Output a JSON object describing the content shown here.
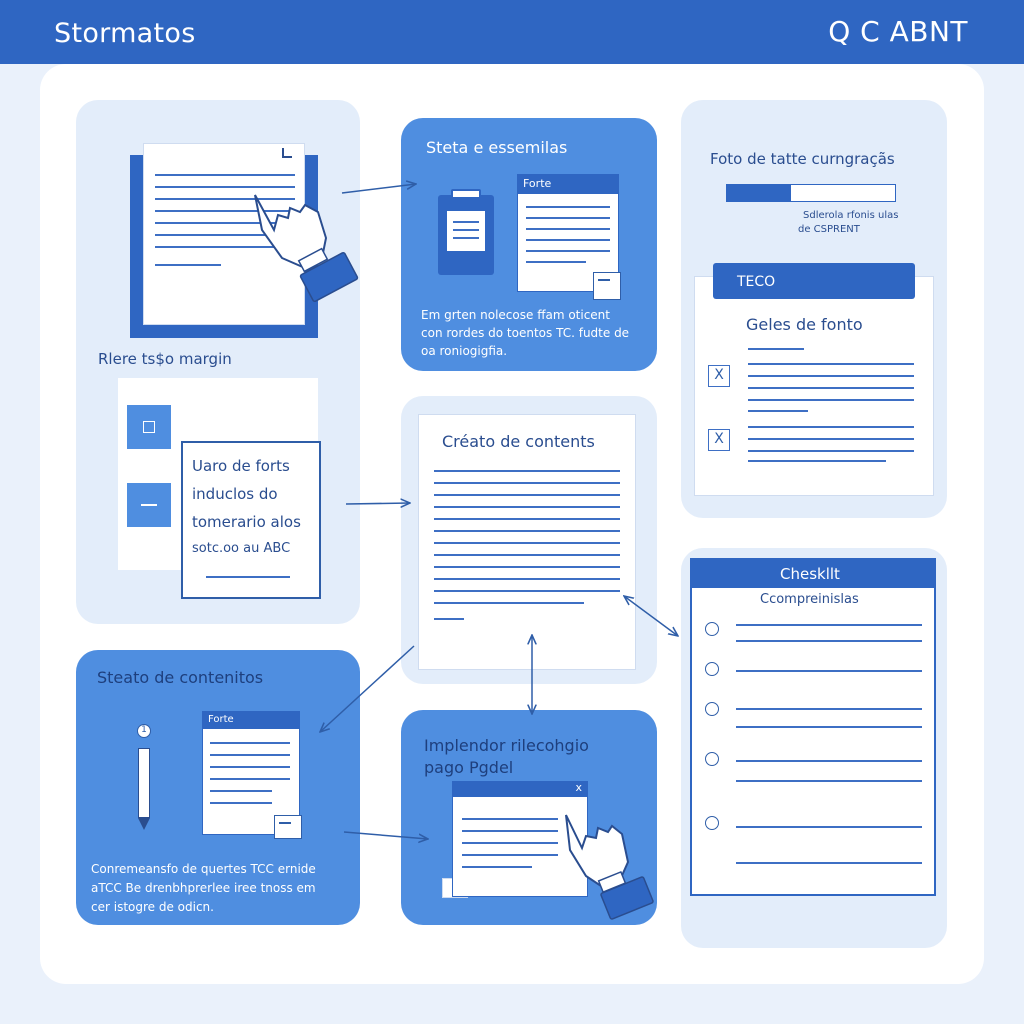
{
  "header": {
    "brand": "Stormatos",
    "right_title": "Q C ABNT"
  },
  "panel_margin": {
    "label": "Rlere ts$o margin",
    "note_lines": [
      "Uaro de forts",
      "induclos do",
      "tomerario alos",
      "sotc.oo au ABC"
    ]
  },
  "panel_essentials": {
    "title": "Steta e essemilas",
    "doc_tag": "Forte",
    "body": [
      "Em grten nolecose ffam oticent",
      "con rordes do toentos TC. fudte de",
      "oa roniogigfia."
    ]
  },
  "panel_font": {
    "title": "Foto de tatte curngraçãs",
    "progress": 0.38,
    "caption": [
      "Sdlerola rfonis ulas",
      "de CSPRENT"
    ],
    "tab_label": "TECO",
    "subtitle": "Geles de fonto",
    "checks": [
      "X",
      "X"
    ]
  },
  "panel_create": {
    "title": "Créato de contents"
  },
  "panel_contents": {
    "title": "Steato de contenitos",
    "pen_marker": "1",
    "doc_tag": "Forte",
    "body": [
      "Conremeansfo de quertes TCC ernide",
      "aTCC Be drenbhprerlee iree tnoss em",
      "cer istogre de odicn."
    ]
  },
  "panel_implement": {
    "title": [
      "Implendor rilecohgio",
      "pago Pgdel"
    ],
    "close_glyph": "x"
  },
  "checklist": {
    "title": "Cheskllt",
    "subtitle": "Ccompreinislas",
    "item_count": 5
  },
  "colors": {
    "header": "#2f66c2",
    "accent_blue": "#4f8ee0",
    "panel_light": "#e3edfa",
    "ink": "#2a4d8f"
  }
}
